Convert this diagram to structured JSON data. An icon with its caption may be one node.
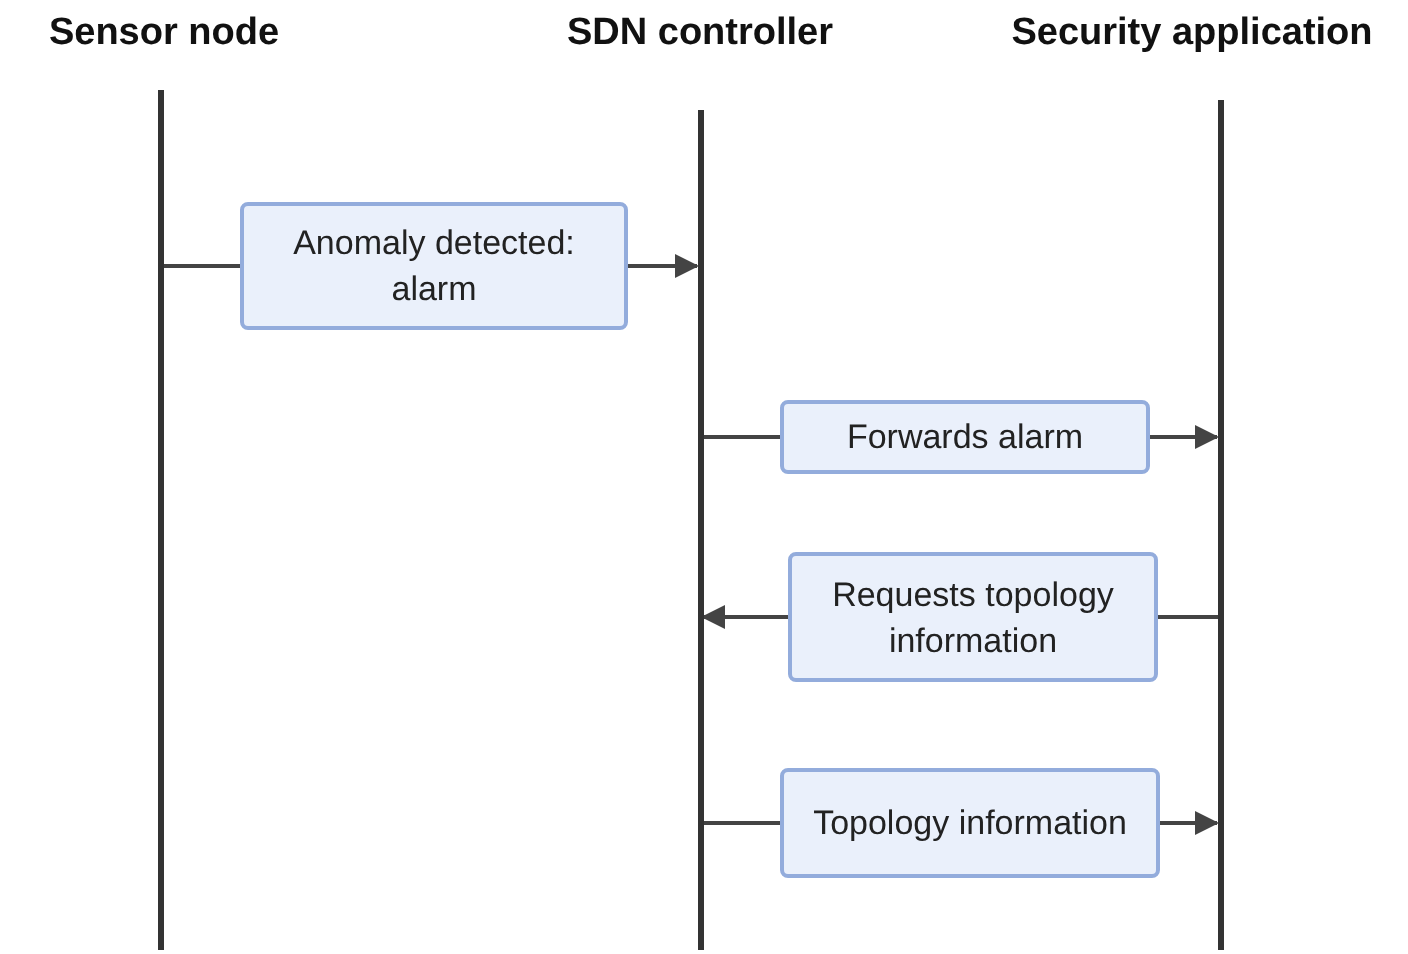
{
  "diagram": {
    "nodes": [
      {
        "text": [
          "Sensor node"
        ]
      },
      {
        "text": [
          "SDN controller"
        ]
      },
      {
        "text": [
          "Security application"
        ]
      },
      {
        "text": [
          "Anomaly detected: alarm"
        ]
      },
      {
        "text": [
          "Forwards alarm"
        ]
      },
      {
        "text": [
          "Requests topology information"
        ]
      },
      {
        "text": [
          "Topology information"
        ]
      }
    ],
    "edges": [
      {
        "from": 0,
        "to": 3,
        "arrow": "none"
      },
      {
        "from": 3,
        "to": 1,
        "arrow": "to"
      },
      {
        "from": 1,
        "to": 4,
        "arrow": "none"
      },
      {
        "from": 4,
        "to": 2,
        "arrow": "to"
      },
      {
        "from": 2,
        "to": 5,
        "arrow": "none"
      },
      {
        "from": 5,
        "to": 1,
        "arrow": "to"
      },
      {
        "from": 1,
        "to": 6,
        "arrow": "none"
      },
      {
        "from": 6,
        "to": 2,
        "arrow": "to"
      }
    ]
  }
}
